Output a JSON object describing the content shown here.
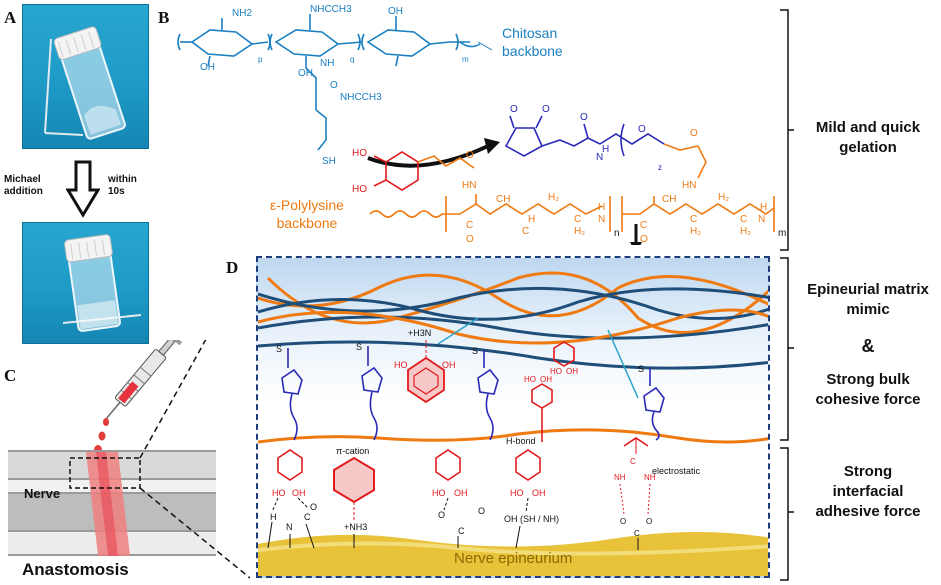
{
  "panels": {
    "a": "A",
    "b": "B",
    "c": "C",
    "d": "D"
  },
  "panel_a": {
    "left_label_line1": "Michael",
    "left_label_line2": "addition",
    "right_label_line1": "within",
    "right_label_line2": "10s"
  },
  "panel_b": {
    "chitosan_line1": "Chitosan",
    "chitosan_line2": "backbone",
    "polylysine_line1": "ε-Polylysine",
    "polylysine_line2": "backbone",
    "groups": {
      "nh2": "NH2",
      "nhaccet": "NHCCH3",
      "nhaccet2": "NHCCH3",
      "oh": "OH",
      "oh2": "OH",
      "oh3": "OH",
      "sh": "SH",
      "nh": "NH",
      "ho1": "HO",
      "ho2": "HO",
      "o1": "O",
      "p": "p",
      "q": "q",
      "m": "m",
      "n": "n",
      "m2": "m",
      "z": "z"
    },
    "side_label": "Mild and quick gelation"
  },
  "panel_c": {
    "nerve": "Nerve",
    "anastomosis": "Anastomosis"
  },
  "panel_d": {
    "h3n": "+H3N",
    "pi_cation": "π-cation",
    "h_bond": "H-bond",
    "electrostatic": "electrostatic",
    "nh3": "+NH3",
    "oh_sh_nh": "OH (SH / NH)",
    "epineurium": "Nerve epineurium",
    "s": "S"
  },
  "side_labels": {
    "epineurial_line1": "Epineurial matrix",
    "epineurial_line2": "mimic",
    "amp": "&",
    "bulk_line1": "Strong bulk",
    "bulk_line2": "cohesive force",
    "inter_line1": "Strong",
    "inter_line2": "interfacial",
    "inter_line3": "adhesive force"
  },
  "colors": {
    "chitosan_blue": "#1a7fc1",
    "maleimide_blue": "#2a2ab8",
    "polylysine_orange": "#f07a12",
    "catechol_red": "#e31a1c",
    "dark_chain": "#1f4e79",
    "epineurium_yellow": "#e8c33a"
  }
}
